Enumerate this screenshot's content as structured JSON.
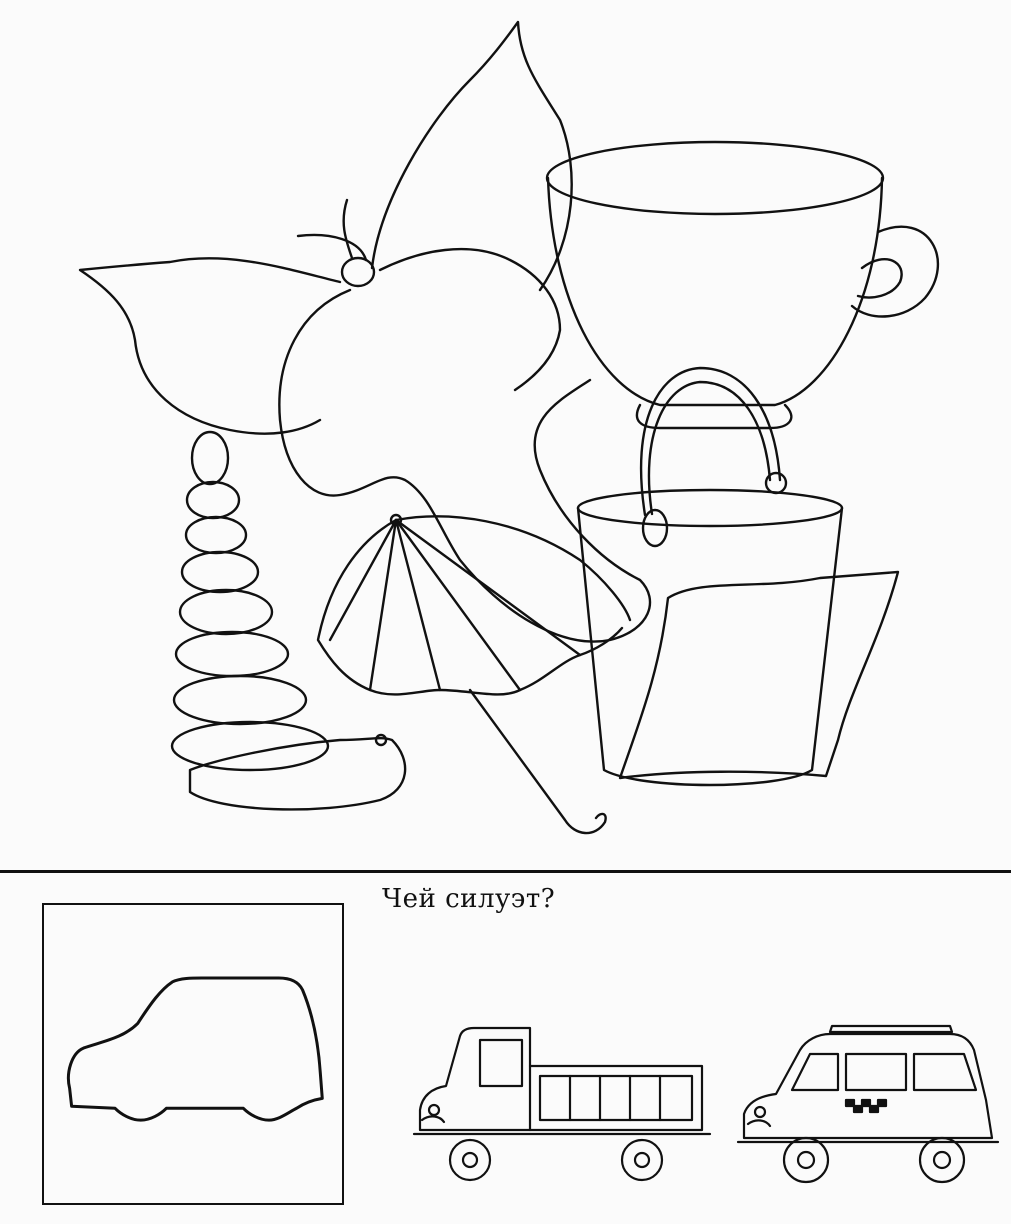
{
  "page": {
    "question_text": "Чей силуэт?"
  },
  "puzzle": {
    "objects": [
      "butterfly",
      "cup",
      "bucket",
      "umbrella",
      "pyramid-toy"
    ]
  },
  "silhouette": {
    "shape": "car-silhouette"
  },
  "options": [
    {
      "name": "truck"
    },
    {
      "name": "taxi"
    }
  ]
}
